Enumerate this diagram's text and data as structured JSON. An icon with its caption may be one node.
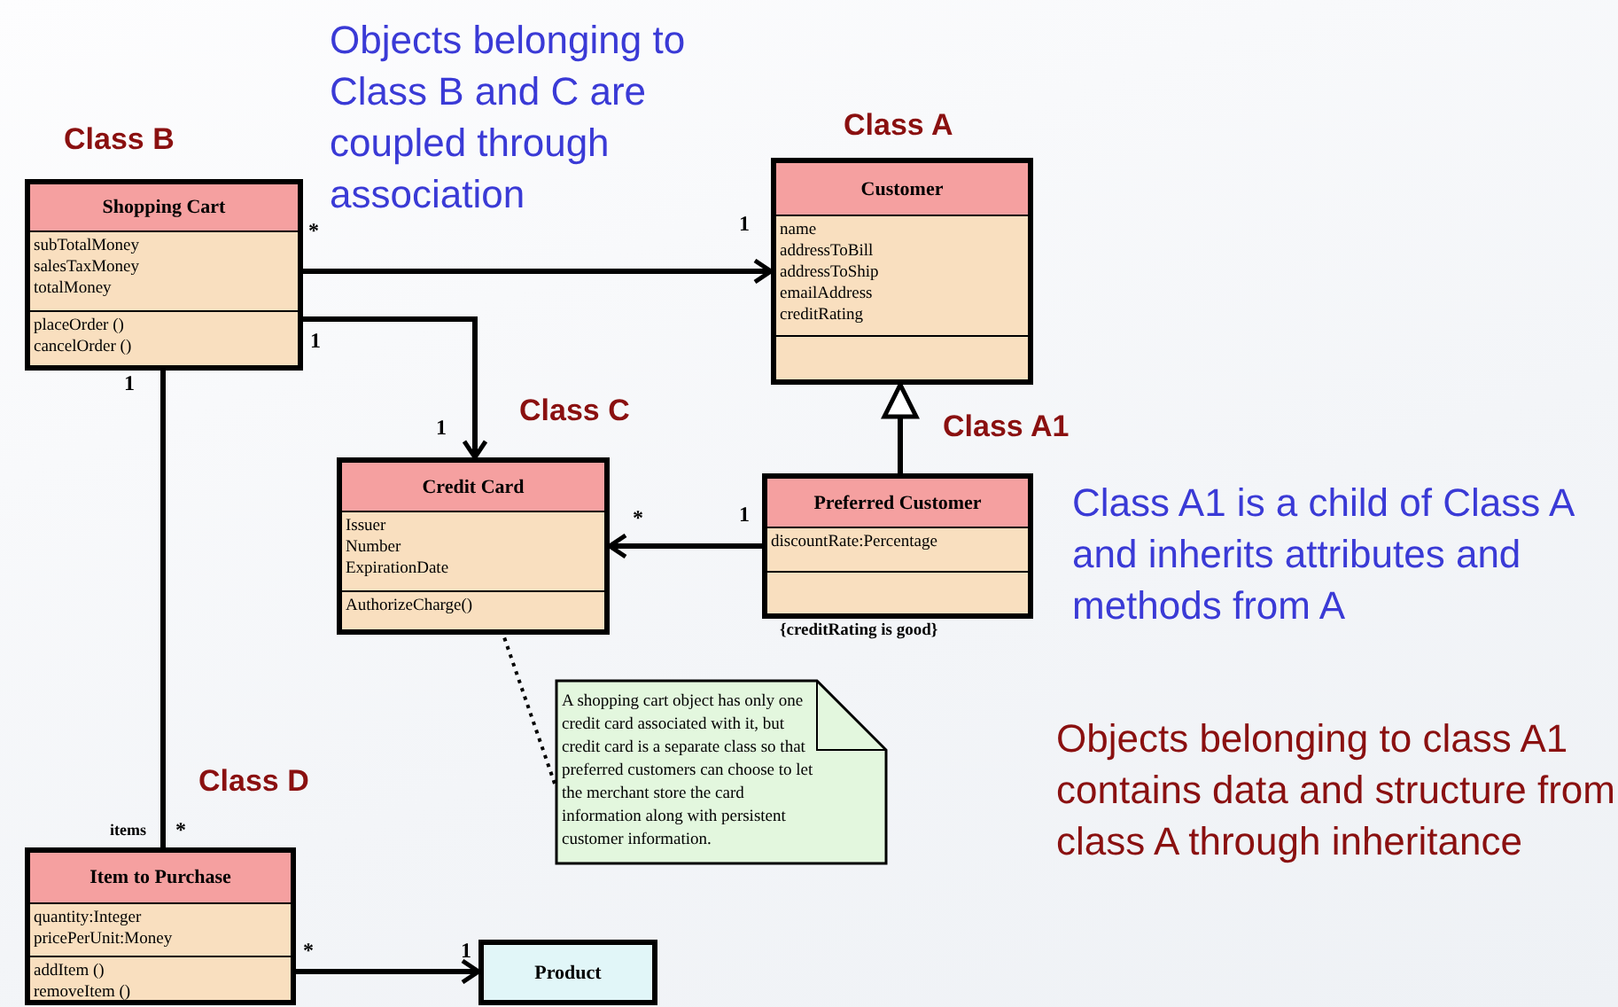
{
  "diagram": {
    "nodes": [
      {
        "text": [
          "Shopping Cart",
          "subTotalMoney",
          "salesTaxMoney",
          "totalMoney",
          "placeOrder ()",
          "cancelOrder ()"
        ],
        "beside": [
          "Class B"
        ]
      },
      {
        "text": [
          "Customer",
          "name",
          "addressToBill",
          "addressToShip",
          "emailAddress",
          "creditRating"
        ],
        "beside": [
          "Class A"
        ]
      },
      {
        "text": [
          "Credit Card",
          "Issuer",
          "Number",
          "ExpirationDate",
          "AuthorizeCharge()"
        ],
        "beside": [
          "Class C"
        ]
      },
      {
        "text": [
          "Preferred Customer",
          "discountRate:Percentage"
        ],
        "beside": [
          "Class A1",
          "{creditRating is good}"
        ]
      },
      {
        "text": [
          "A shopping cart object has only one credit card associated with it, but credit card is a separate class so that preferred customers can choose to let the merchant store the card information along with persistent customer information."
        ]
      },
      {
        "text": [
          "Item to Purchase",
          "quantity:Integer",
          "pricePerUnit:Money",
          "addItem ()",
          "removeItem ()"
        ],
        "beside": [
          "Class D"
        ]
      },
      {
        "text": [
          "Product"
        ]
      }
    ],
    "edges": [
      {
        "from": 0,
        "to": 1,
        "arrow": "to"
      },
      {
        "from": 0,
        "to": 2,
        "arrow": "to"
      },
      {
        "from": 3,
        "to": 2,
        "arrow": "to"
      },
      {
        "from": 3,
        "to": 1,
        "arrow": "to"
      },
      {
        "from": 4,
        "to": 2,
        "arrow": "none",
        "style": "dashed"
      },
      {
        "from": 0,
        "to": 5,
        "arrow": "none"
      },
      {
        "from": 5,
        "to": 6,
        "arrow": "to"
      }
    ],
    "labels": [
      "Objects belonging to Class B and C are coupled through association",
      "*",
      "1",
      "1",
      "1",
      "1",
      "*",
      "1",
      "Class A1 is a child of Class A and inherits attributes and methods from A",
      "Objects belonging to class A1 contains data and structure from class A through inheritance",
      "items",
      "*",
      "*",
      "1"
    ]
  }
}
